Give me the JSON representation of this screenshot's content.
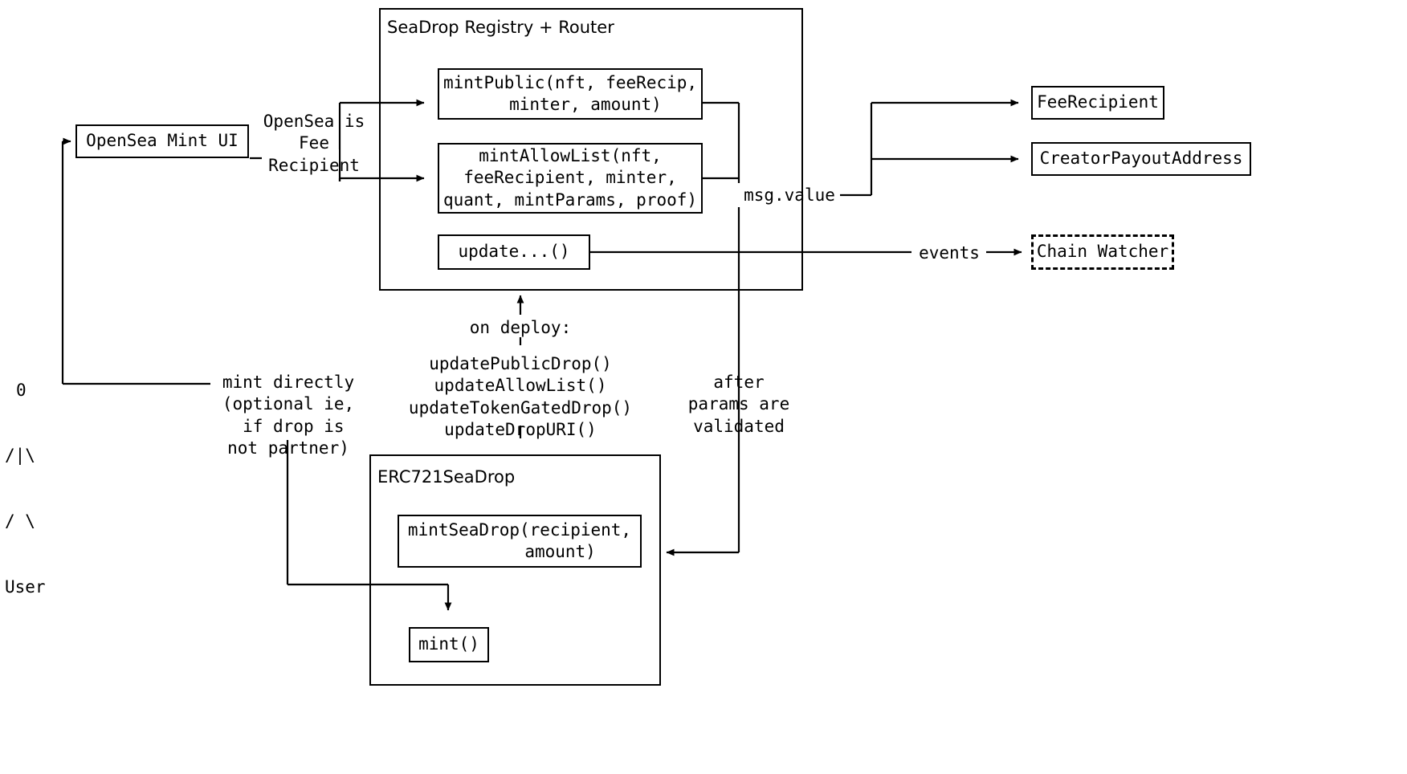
{
  "diagram": {
    "title": "SeaDrop Registry + Router architecture",
    "stroke_color": "#000000",
    "background_color": "#ffffff"
  },
  "actors": {
    "user": {
      "ascii": "    0\n   /|\\\n   / \\\nUser",
      "line1": "0",
      "line2": "/|\\",
      "line3": "/ \\",
      "label": "User"
    }
  },
  "boxes": {
    "opensea_mint_ui": {
      "label": "OpenSea Mint UI"
    },
    "mint_public": {
      "label": "mintPublic(nft, feeRecip,\n   minter, amount)"
    },
    "mint_allowlist": {
      "label": "mintAllowList(nft,\nfeeRecipient, minter,\nquant, mintParams, proof)"
    },
    "update_fn": {
      "label": "update...()"
    },
    "fee_recipient": {
      "label": "FeeRecipient"
    },
    "creator_payout_address": {
      "label": "CreatorPayoutAddress"
    },
    "chain_watcher": {
      "label": "Chain Watcher",
      "style": "dashed"
    },
    "mint_seadrop": {
      "label": "mintSeaDrop(recipient,\n        amount)"
    },
    "mint_fn": {
      "label": "mint()"
    }
  },
  "containers": {
    "seadrop_registry_router": {
      "title": "SeaDrop Registry + Router"
    },
    "erc721_seadrop": {
      "title": "ERC721SeaDrop"
    }
  },
  "edge_labels": {
    "opensea_is_fee_recipient": "OpenSea is\nFee\nRecipient",
    "msg_value": "msg.value",
    "events": "events",
    "on_deploy": "on deploy:",
    "on_deploy_calls": "updatePublicDrop()\nupdateAllowList()\nupdateTokenGatedDrop()\nupdateDropURI()",
    "mint_directly": "mint directly\n(optional ie,\n if drop is\nnot partner)",
    "after_params_validated": "after\nparams are\nvalidated"
  }
}
